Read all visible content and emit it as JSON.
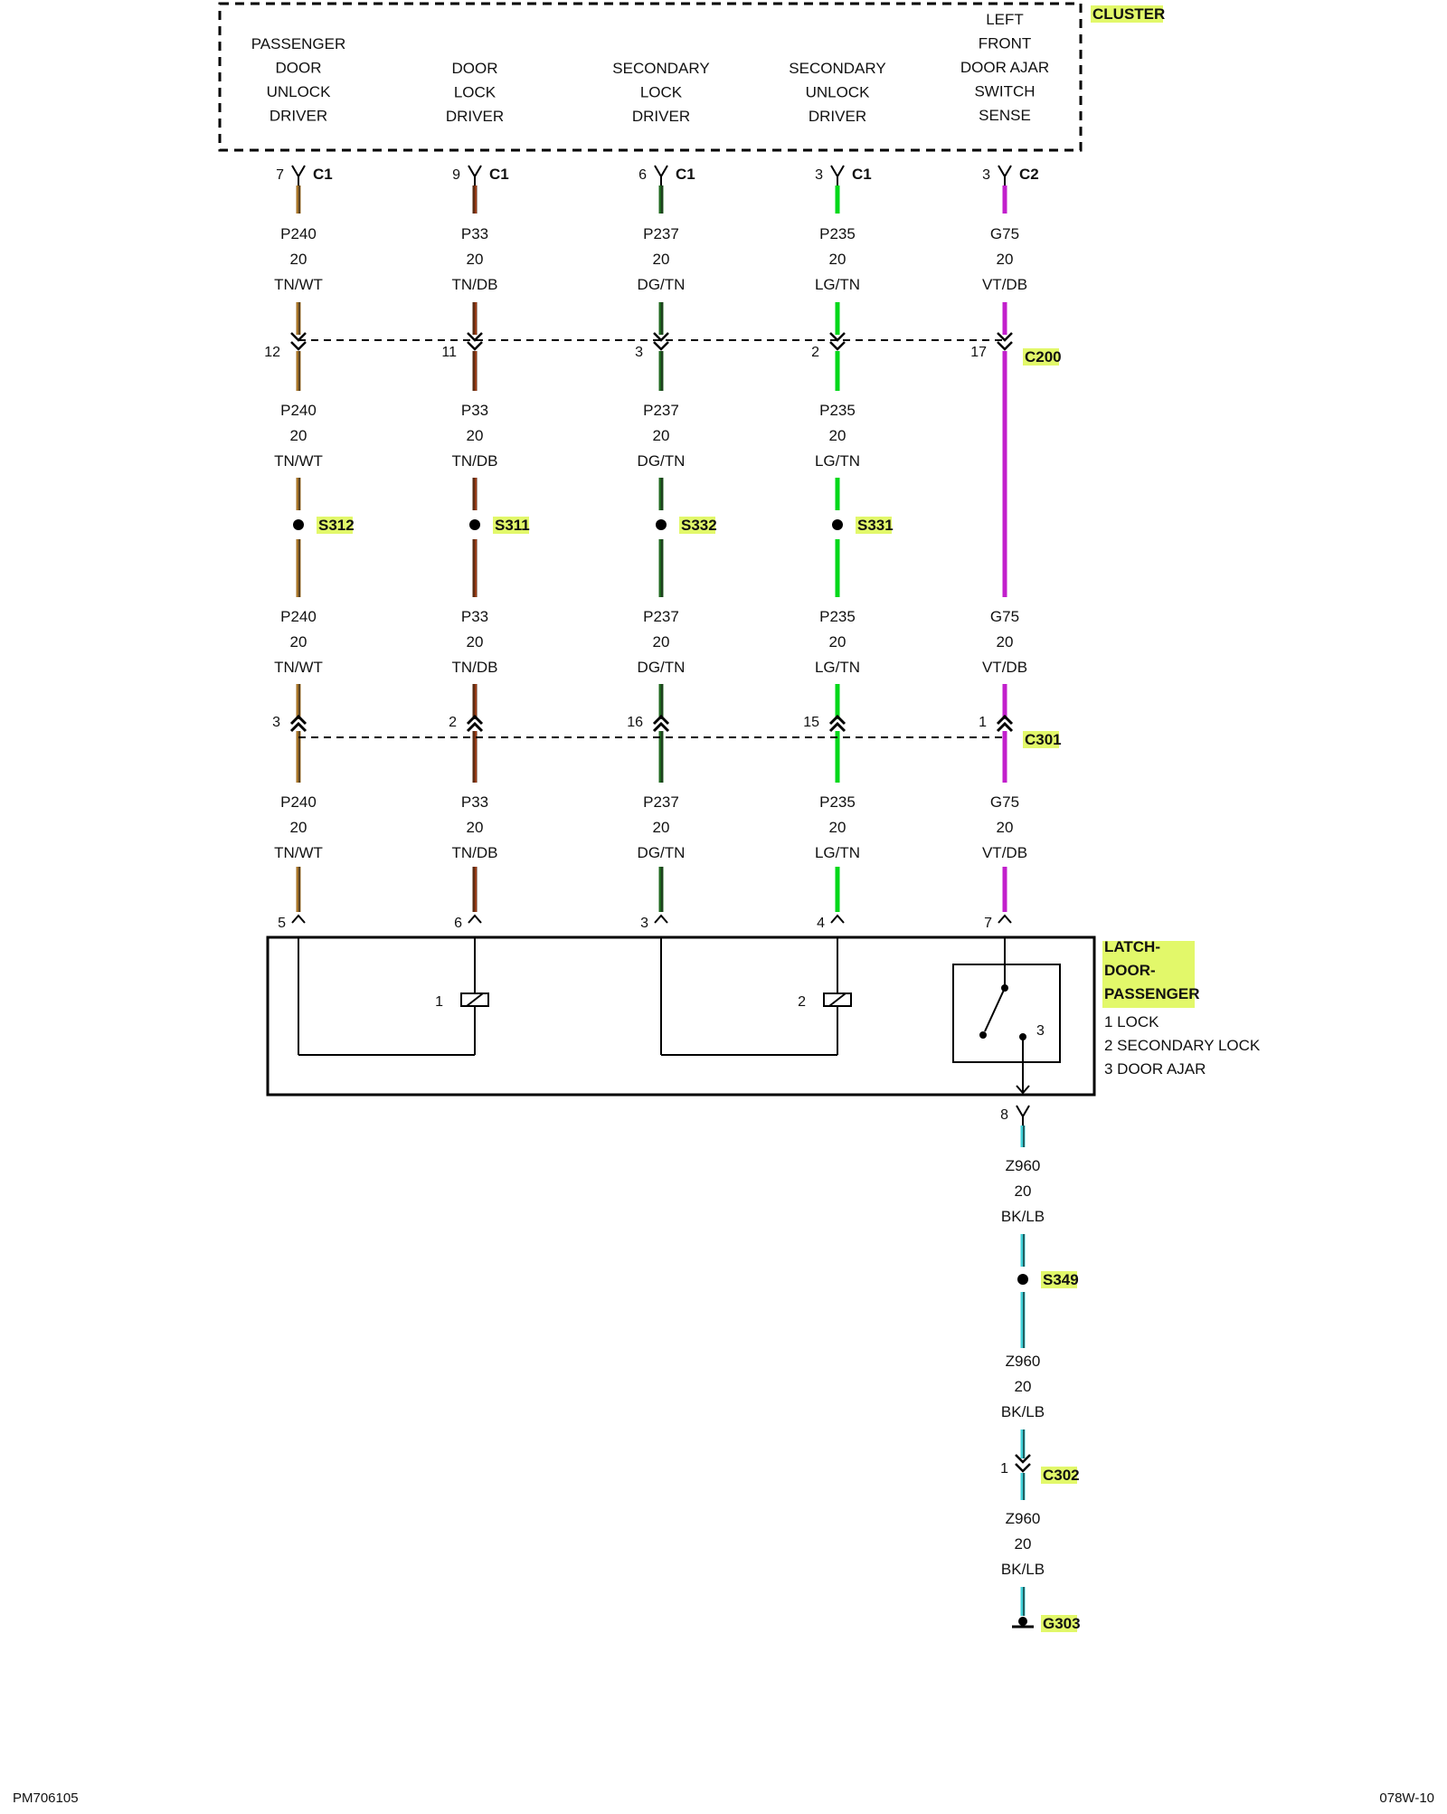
{
  "cluster": {
    "name": "CLUSTER",
    "functions": [
      [
        "PASSENGER",
        "DOOR",
        "UNLOCK",
        "DRIVER"
      ],
      [
        "DOOR",
        "LOCK",
        "DRIVER"
      ],
      [
        "SECONDARY",
        "LOCK",
        "DRIVER"
      ],
      [
        "SECONDARY",
        "UNLOCK",
        "DRIVER"
      ],
      [
        "LEFT",
        "FRONT",
        "DOOR AJAR",
        "SWITCH",
        "SENSE"
      ]
    ]
  },
  "colors": {
    "tan": "#a9762a",
    "dark_brown": "#5a2b12",
    "dark_green": "#1f6a1f",
    "light_green": "#00d81a",
    "violet": "#c21fcc",
    "cyan": "#3fd0d8",
    "highlight": "#e2f86a"
  },
  "circuits": [
    {
      "cluster_pin": "7",
      "cluster_connector": "C1",
      "wire": "P240",
      "gauge": "20",
      "color_code": "TN/WT",
      "color": "tan",
      "c200_pin": "12",
      "splice": "S312",
      "c301_pin": "3",
      "latch_pin": "5"
    },
    {
      "cluster_pin": "9",
      "cluster_connector": "C1",
      "wire": "P33",
      "gauge": "20",
      "color_code": "TN/DB",
      "color": "dark_brown",
      "c200_pin": "11",
      "splice": "S311",
      "c301_pin": "2",
      "latch_pin": "6"
    },
    {
      "cluster_pin": "6",
      "cluster_connector": "C1",
      "wire": "P237",
      "gauge": "20",
      "color_code": "DG/TN",
      "color": "dark_green",
      "c200_pin": "3",
      "splice": "S332",
      "c301_pin": "16",
      "latch_pin": "3"
    },
    {
      "cluster_pin": "3",
      "cluster_connector": "C1",
      "wire": "P235",
      "gauge": "20",
      "color_code": "LG/TN",
      "color": "light_green",
      "c200_pin": "2",
      "splice": "S331",
      "c301_pin": "15",
      "latch_pin": "4"
    },
    {
      "cluster_pin": "3",
      "cluster_connector": "C2",
      "wire": "G75",
      "gauge": "20",
      "color_code": "VT/DB",
      "color": "violet",
      "c200_pin": "17",
      "splice": null,
      "c301_pin": "1",
      "latch_pin": "7"
    }
  ],
  "connectors": {
    "c200": "C200",
    "c301": "C301",
    "c302": "C302"
  },
  "latch": {
    "name_lines": [
      "LATCH-",
      "DOOR-",
      "PASSENGER"
    ],
    "legend": [
      "1 LOCK",
      "2 SECONDARY LOCK",
      "3 DOOR AJAR"
    ],
    "component_labels": [
      "1",
      "2",
      "3"
    ]
  },
  "ground_circuit": {
    "latch_pin": "8",
    "wire": "Z960",
    "gauge": "20",
    "color_code": "BK/LB",
    "color": "cyan",
    "splice": "S349",
    "c302_pin": "1",
    "ground": "G303"
  },
  "footer": {
    "left": "PM706105",
    "right": "078W-10"
  }
}
